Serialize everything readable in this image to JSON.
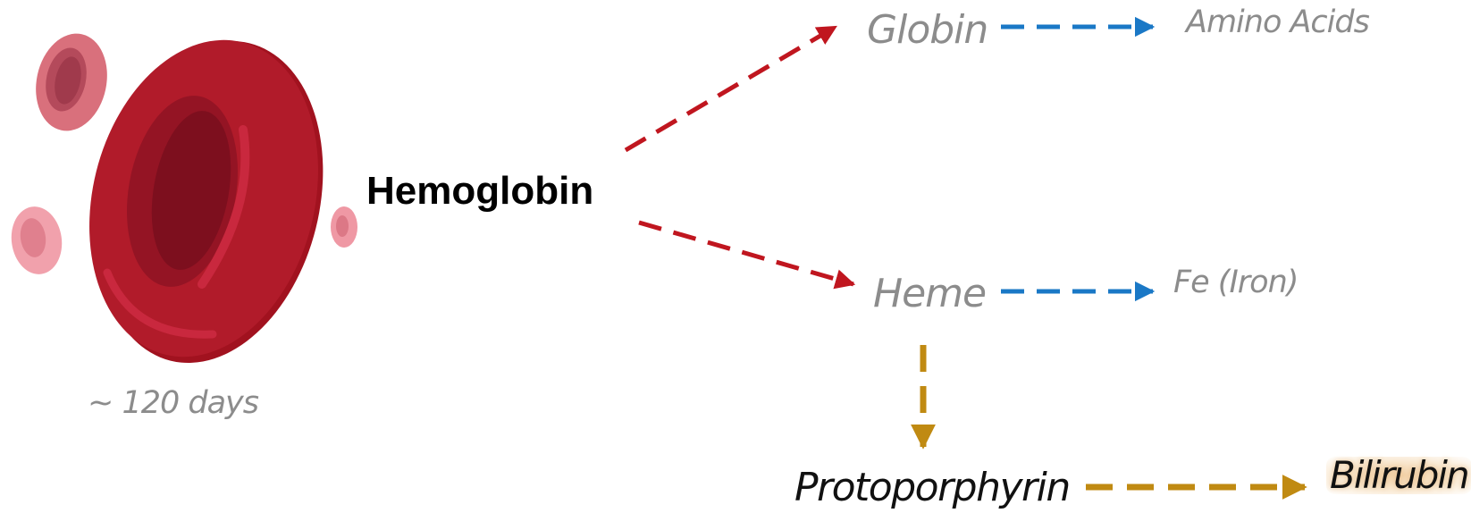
{
  "labels": {
    "hemoglobin": "Hemoglobin",
    "globin": "Globin",
    "amino_acids": "Amino Acids",
    "heme": "Heme",
    "iron": "Fe (Iron)",
    "protoporphyrin": "Protoporphyrin",
    "bilirubin": "Bilirubin",
    "lifespan": "~ 120 days"
  },
  "colors": {
    "hemoglobin_split_arrows": "#c0161f",
    "breakdown_arrows": "#1a78c6",
    "bilirubin_pathway_arrows": "#c08a12",
    "red_cell_main": "#b11b2a",
    "red_cell_inner": "#7d0f1e",
    "red_cell_small_faded": "#d9707c",
    "red_cell_small_pale": "#f1a1ac",
    "muted_text": "#8c8c8c"
  },
  "icons": {
    "main_cell": "red-blood-cell-icon",
    "small_cells": "red-blood-cell-icon"
  }
}
